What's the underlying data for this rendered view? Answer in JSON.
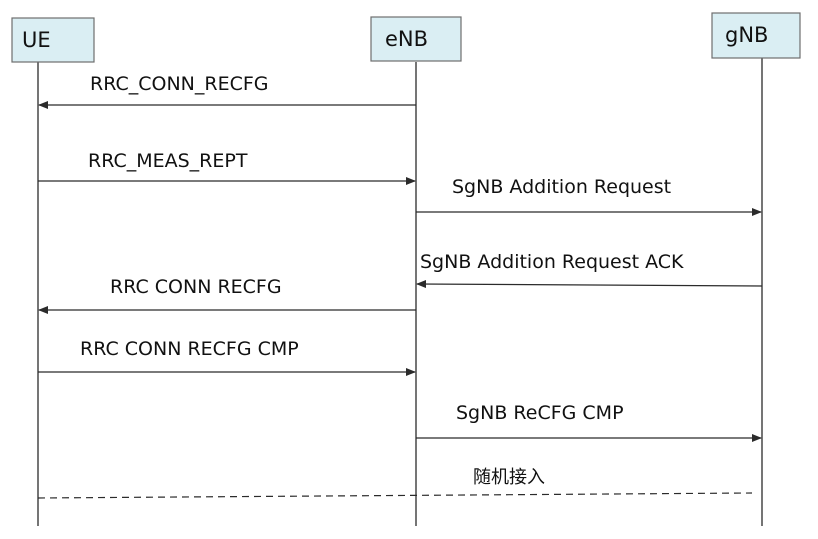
{
  "nodes": {
    "ue": "UE",
    "enb": "eNB",
    "gnb": "gNB"
  },
  "messages": {
    "m1": "RRC_CONN_RECFG",
    "m2": "RRC_MEAS_REPT",
    "m3": "SgNB Addition Request",
    "m4": "SgNB Addition Request ACK",
    "m5": "RRC CONN RECFG",
    "m6": "RRC CONN RECFG CMP",
    "m7": "SgNB ReCFG CMP",
    "m8": "随机接入"
  }
}
